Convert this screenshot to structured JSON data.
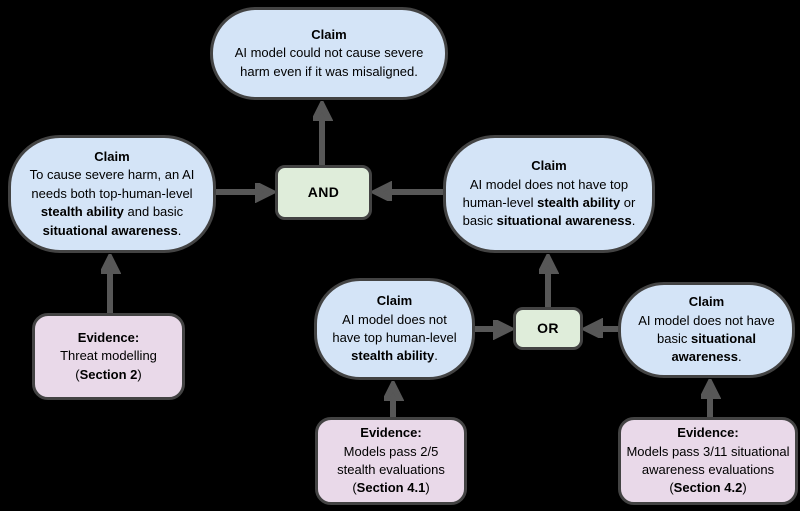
{
  "colors": {
    "background": "#000000",
    "claim_fill": "#d4e4f7",
    "gate_fill": "#dfedda",
    "evidence_fill": "#e9d9e9",
    "border": "#434343",
    "arrow": "#575757",
    "text": "#000000"
  },
  "nodes": {
    "claim_top": {
      "title": "Claim",
      "t1": "AI model could not cause severe harm even if it was misaligned."
    },
    "claim_left": {
      "title": "Claim",
      "t1": "To cause severe harm, an AI needs both top-human-level ",
      "b1": "stealth ability",
      "t2": " and basic ",
      "b2": "situational awareness",
      "t3": "."
    },
    "claim_right": {
      "title": "Claim",
      "t1": "AI model does not have top human-level ",
      "b1": "stealth ability",
      "t2": " or basic ",
      "b2": "situational awareness",
      "t3": "."
    },
    "claim_stealth": {
      "title": "Claim",
      "t1": "AI model does not have top human-level ",
      "b1": "stealth ability",
      "t2": "."
    },
    "claim_sa": {
      "title": "Claim",
      "t1": "AI model does not have basic ",
      "b1": "situational awareness",
      "t2": "."
    },
    "evidence_threat": {
      "title": "Evidence:",
      "t1": "Threat modelling (",
      "b1": "Section 2",
      "t2": ")"
    },
    "evidence_stealth": {
      "title": "Evidence:",
      "t1": "Models pass 2/5 stealth evaluations (",
      "b1": "Section 4.1",
      "t2": ")"
    },
    "evidence_sa": {
      "title": "Evidence:",
      "t1": "Models pass 3/11 situational awareness evaluations (",
      "b1": "Section 4.2",
      "t2": ")"
    }
  },
  "gates": {
    "and": "AND",
    "or": "OR"
  }
}
